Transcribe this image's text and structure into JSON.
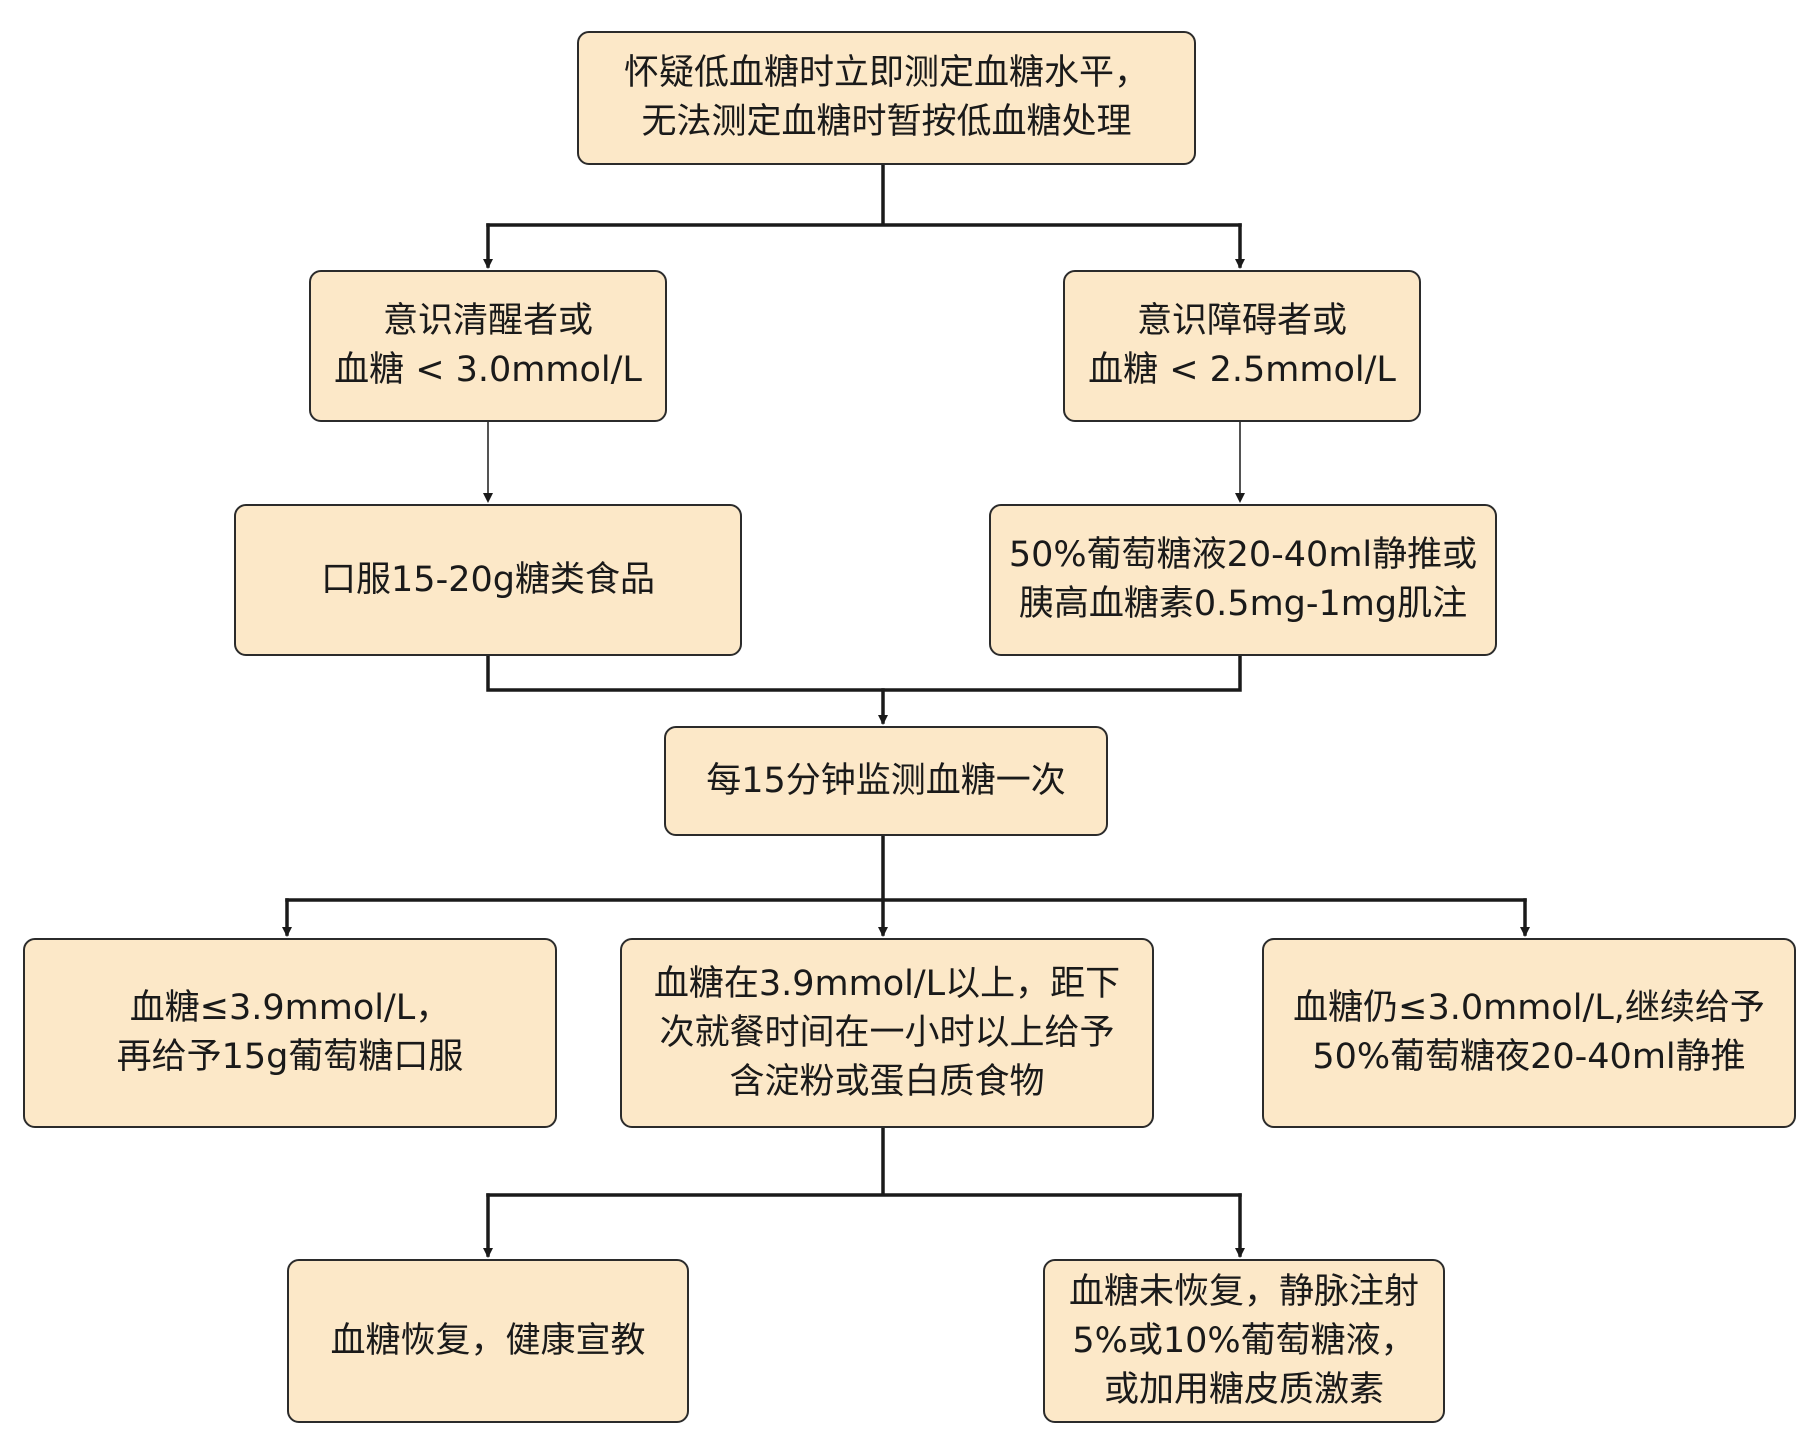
{
  "colors": {
    "box_fill": "#fce8c8",
    "box_border": "#2b2b2b",
    "connector": "#1a1a1a",
    "text": "#1a1a1a"
  },
  "nodes": {
    "suspect": {
      "lines": [
        "怀疑低血糖时立即测定血糖水平，",
        "无法测定血糖时暂按低血糖处理"
      ]
    },
    "conscious": {
      "lines": [
        "意识清醒者或",
        "血糖 < 3.0mmol/L"
      ]
    },
    "impaired": {
      "lines": [
        "意识障碍者或",
        "血糖 < 2.5mmol/L"
      ]
    },
    "oral": {
      "lines": [
        "口服15-20g糖类食品"
      ]
    },
    "iv": {
      "lines": [
        "50%葡萄糖液20-40ml静推或",
        "胰高血糖素0.5mg-1mg肌注"
      ]
    },
    "monitor": {
      "lines": [
        "每15分钟监测血糖一次"
      ]
    },
    "low": {
      "lines": [
        "血糖≤3.9mmol/L，",
        "再给予15g葡萄糖口服"
      ]
    },
    "above": {
      "lines": [
        "血糖在3.9mmol/L以上，距下",
        "次就餐时间在一小时以上给予",
        "含淀粉或蛋白质食物"
      ]
    },
    "still_low": {
      "lines": [
        "血糖仍≤3.0mmol/L,继续给予",
        "50%葡萄糖夜20-40ml静推"
      ]
    },
    "recovered": {
      "lines": [
        "血糖恢复，健康宣教"
      ]
    },
    "not_recovered": {
      "lines": [
        "血糖未恢复，静脉注射",
        "5%或10%葡萄糖液，",
        "或加用糖皮质激素"
      ]
    }
  }
}
